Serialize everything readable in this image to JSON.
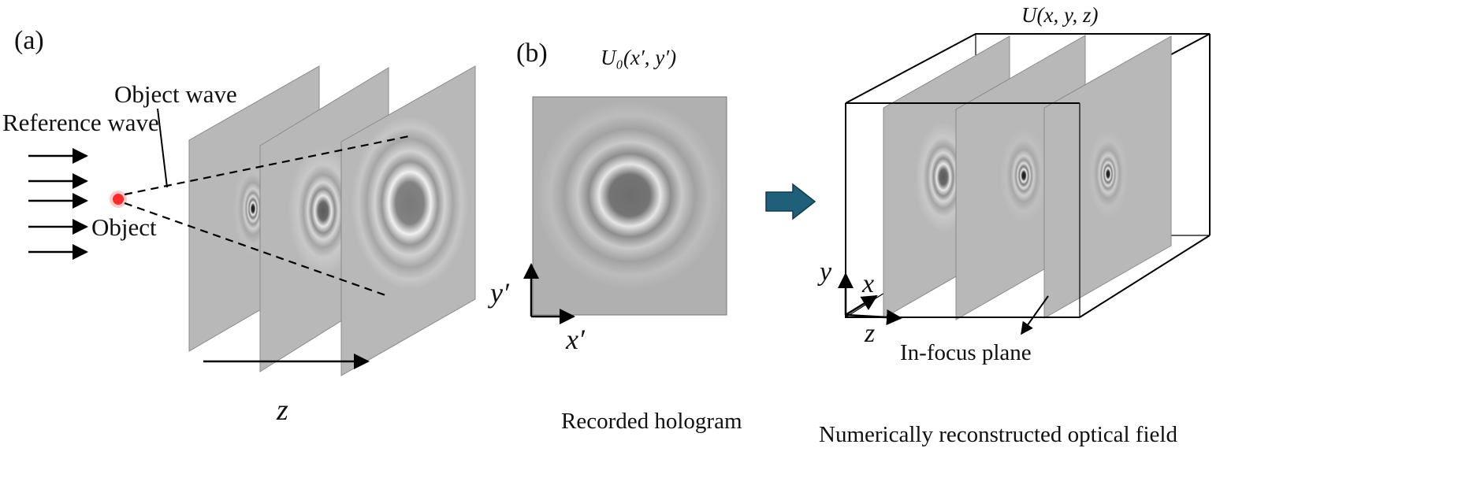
{
  "panel_a": {
    "label": "(a)",
    "object_wave": "Object wave",
    "reference_wave": "Reference wave",
    "object": "Object",
    "z_axis": "z"
  },
  "panel_b": {
    "label": "(b)",
    "field_label": "U₀(x′, y′)",
    "x_axis": "x′",
    "y_axis": "y′",
    "caption": "Recorded hologram"
  },
  "panel_c": {
    "field_label": "U(x, y, z)",
    "in_focus": "In-focus plane",
    "caption": "Numerically reconstructed optical field",
    "axis_y": "y",
    "axis_x": "x",
    "axis_z": "z"
  },
  "colors": {
    "object_point": "#ff2a2a",
    "arrow_fill": "#1f5f7a",
    "plate_gray": "#b8b8b8"
  }
}
